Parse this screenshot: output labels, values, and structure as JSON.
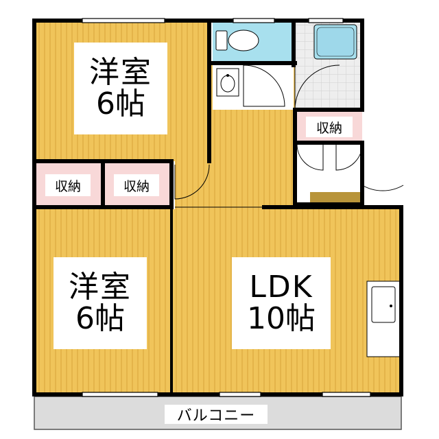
{
  "rooms": {
    "bedroom_north": {
      "name": "洋室",
      "size": "6帖"
    },
    "bedroom_south": {
      "name": "洋室",
      "size": "6帖"
    },
    "ldk": {
      "name": "LDK",
      "size": "10帖"
    }
  },
  "storage": {
    "left": "収納",
    "middle": "収納",
    "right": "収納"
  },
  "balcony": "バルコニー",
  "colors": {
    "floor_wood": "#F0C45A",
    "floor_wood_stripe": "#E4B44A",
    "storage_pink": "#F8D8D8",
    "bath_blue": "#A8E0EE",
    "tile_grey": "#E6E6E6",
    "balcony_grey": "#DCDCDC",
    "shoebox_brown": "#B8943A",
    "wall": "#000000"
  }
}
